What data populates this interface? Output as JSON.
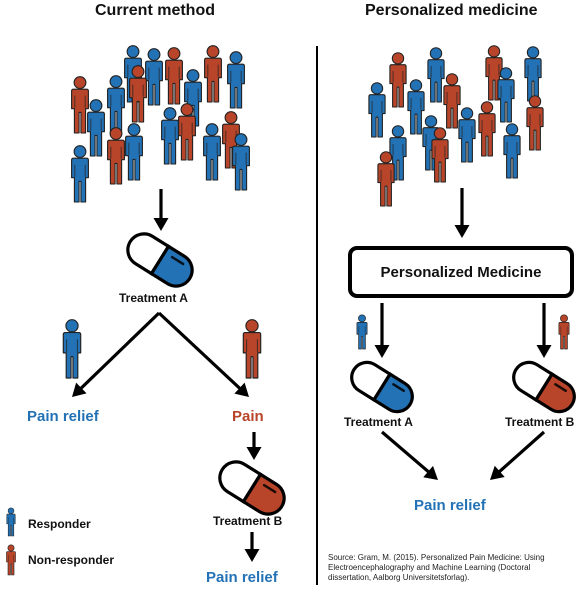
{
  "colors": {
    "responder": "#2272b5",
    "non_responder": "#b8452a",
    "arrow": "#000000"
  },
  "icons": {
    "person": "person-icon",
    "pill": "pill-capsule-icon"
  },
  "left": {
    "heading": "Current method",
    "treatment_a": "Treatment A",
    "outcome_relief": "Pain relief",
    "outcome_pain": "Pain",
    "treatment_b": "Treatment B",
    "final_relief": "Pain relief"
  },
  "right": {
    "heading": "Personalized medicine",
    "box_label": "Personalized Medicine",
    "treatment_a": "Treatment A",
    "treatment_b": "Treatment B",
    "outcome_relief": "Pain relief"
  },
  "legend": {
    "responder": "Responder",
    "non_responder": "Non-responder"
  },
  "source": "Source: Gram, M. (2015). Personalized Pain Medicine: Using Electroencephalography and Machine Learning (Doctoral dissertation, Aalborg Universitetsforlag)."
}
